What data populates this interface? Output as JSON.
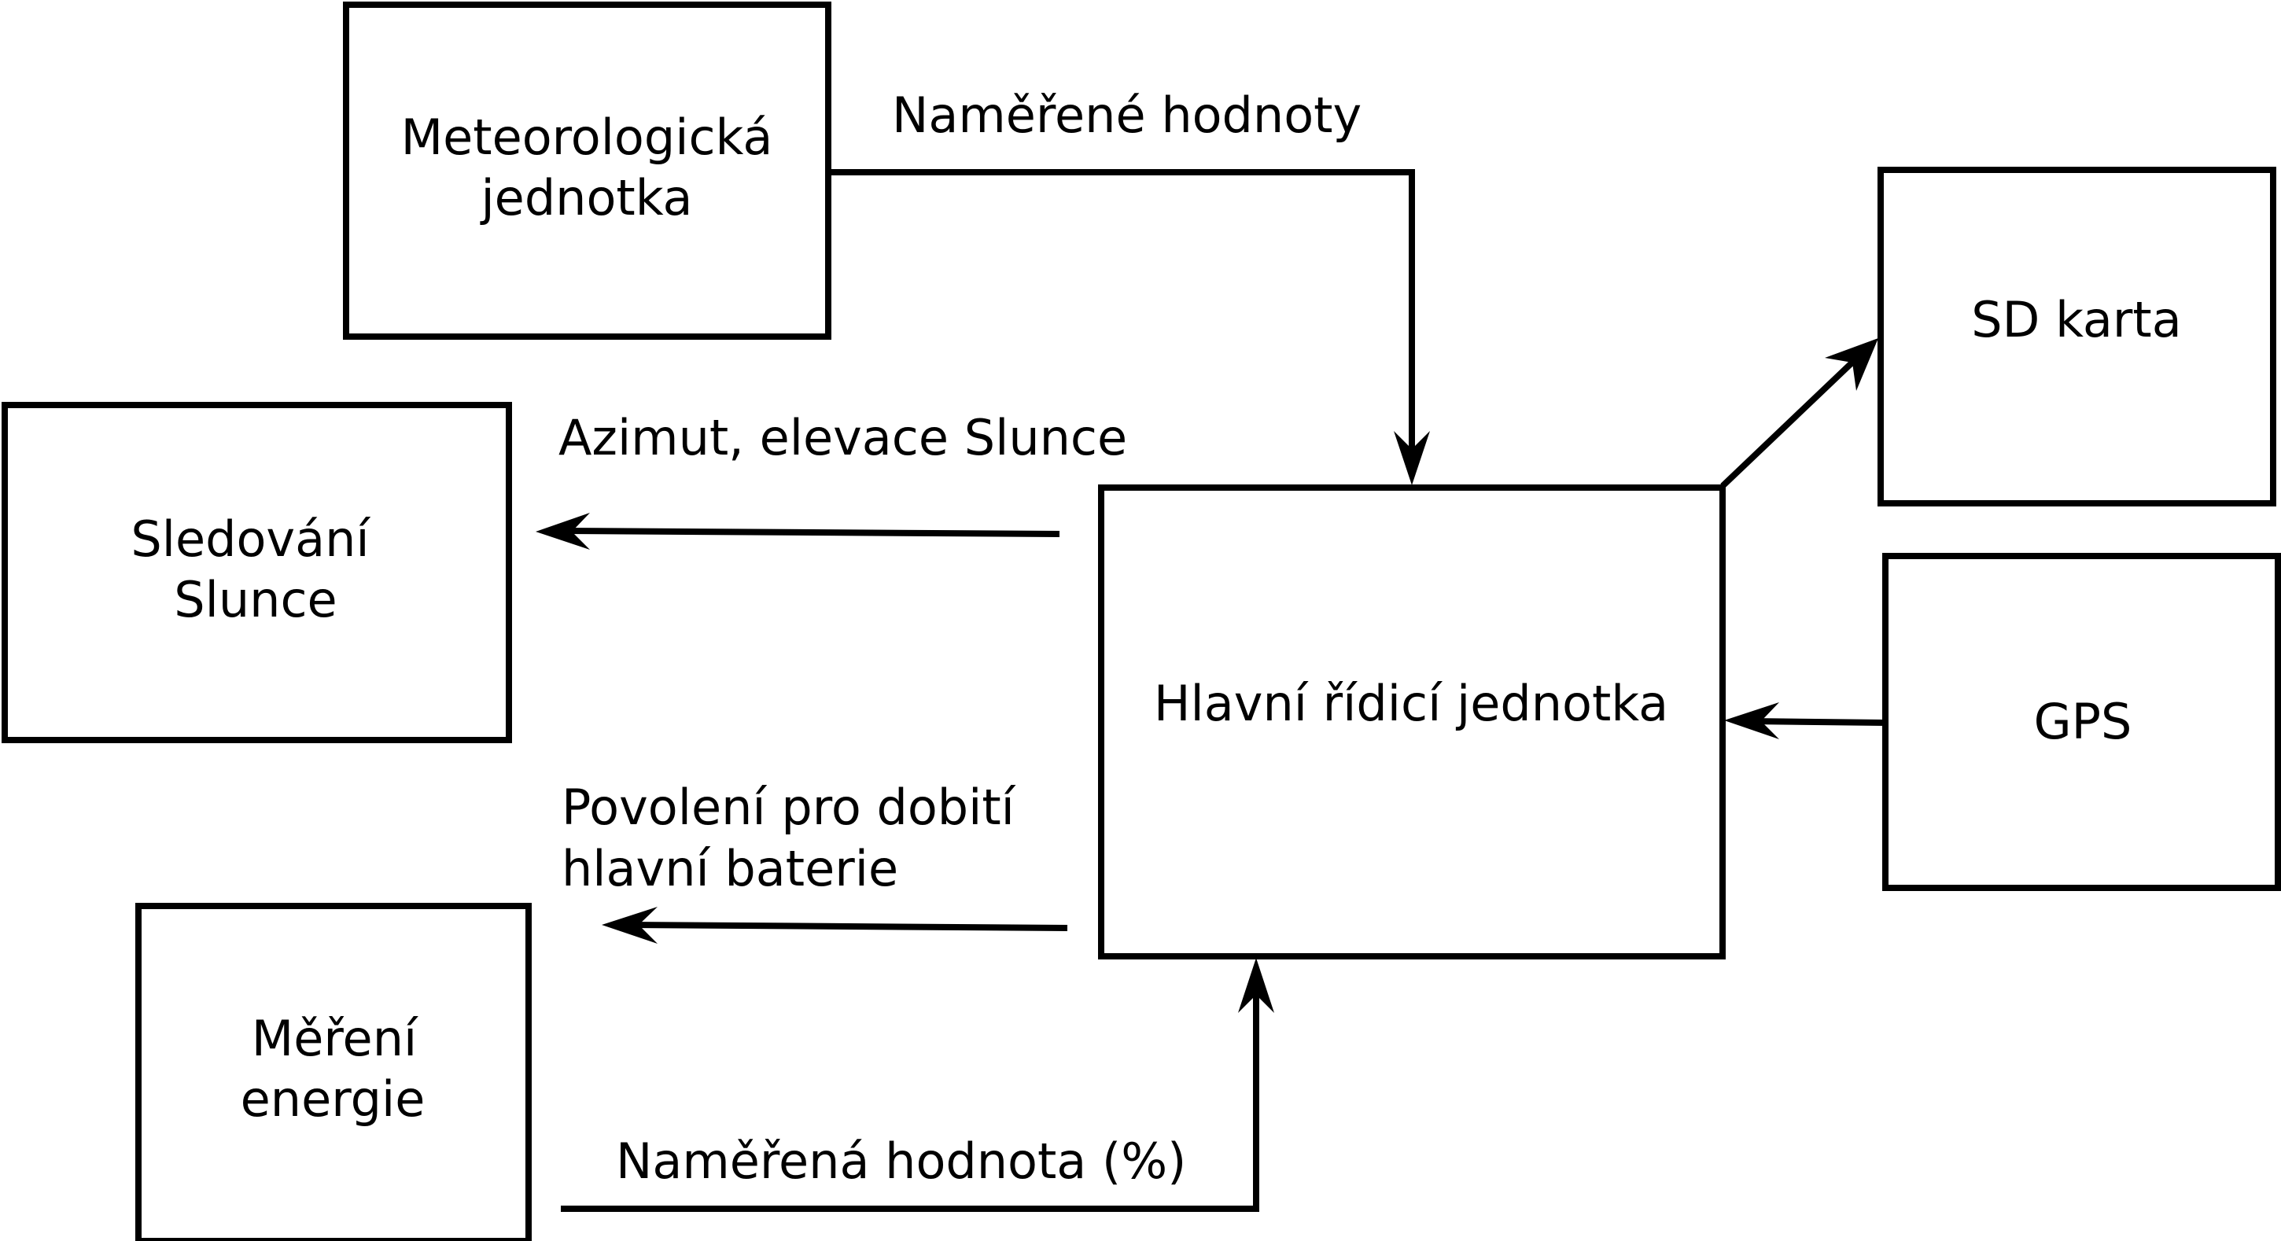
{
  "nodes": {
    "meteo": {
      "lines": [
        "Meteorologická",
        "jednotka"
      ]
    },
    "sledovani": {
      "lines": [
        "Sledování",
        "Slunce"
      ]
    },
    "mereni": {
      "lines": [
        "Měření",
        "energie"
      ]
    },
    "hlavni": {
      "lines": [
        "Hlavní řídicí jednotka"
      ]
    },
    "sd": {
      "lines": [
        "SD karta"
      ]
    },
    "gps": {
      "lines": [
        "GPS"
      ]
    }
  },
  "edges": {
    "namerene_hodnoty": {
      "label": "Naměřené hodnoty"
    },
    "azimut": {
      "label": "Azimut, elevace Slunce"
    },
    "povoleni": {
      "lines": [
        "Povolení pro dobití",
        "hlavní baterie"
      ]
    },
    "namerena_hodnota": {
      "label": "Naměřená hodnota (%)"
    },
    "to_sd": {
      "label": ""
    },
    "from_gps": {
      "label": ""
    }
  }
}
